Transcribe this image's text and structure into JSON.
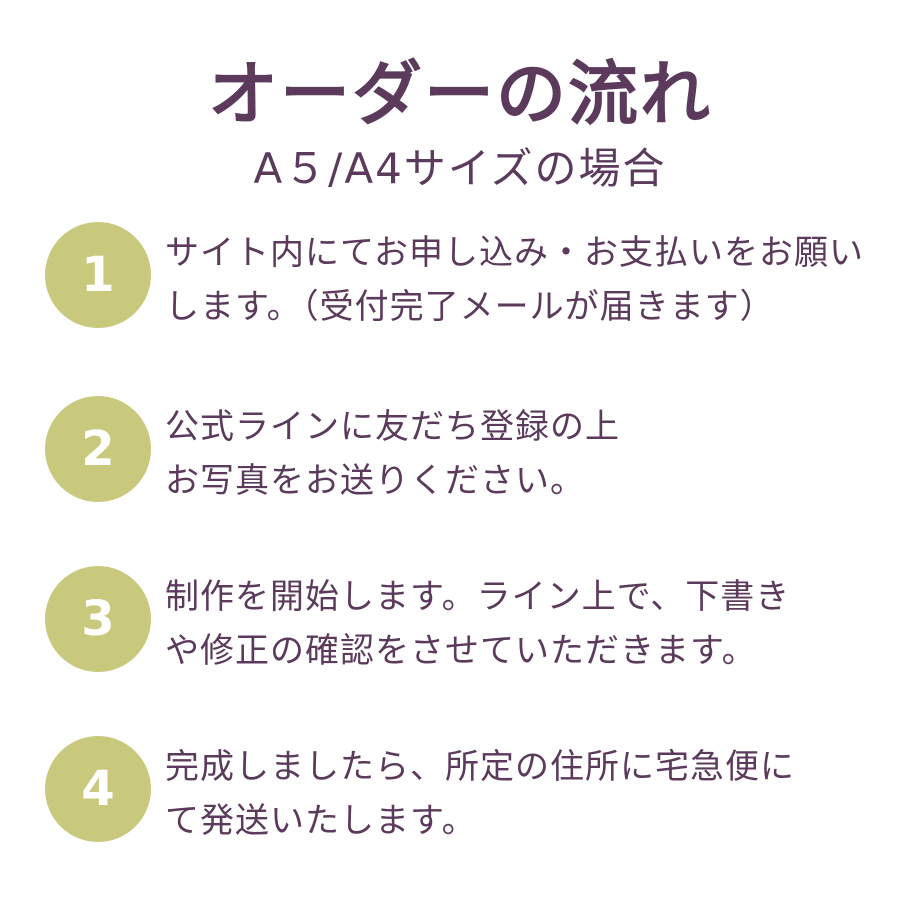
{
  "header": {
    "title": "オーダーの流れ",
    "subtitle": "A５/A4サイズの場合"
  },
  "steps": [
    {
      "number": "1",
      "lines": [
        "サイト内にてお申し込み・お支払いをお願い",
        "します。（受付完了メールが届きます）"
      ]
    },
    {
      "number": "2",
      "lines": [
        "公式ラインに友だち登録の上",
        "お写真をお送りください。"
      ]
    },
    {
      "number": "3",
      "lines": [
        "制作を開始します。ライン上で、下書き",
        "や修正の確認をさせていただきます。"
      ]
    },
    {
      "number": "4",
      "lines": [
        "完成しましたら、所定の住所に宅急便に",
        "て発送いたします。"
      ]
    }
  ],
  "colors": {
    "text": "#5b3a5c",
    "circle": "#c9c97e",
    "circle_text": "#ffffff",
    "background": "#ffffff"
  }
}
